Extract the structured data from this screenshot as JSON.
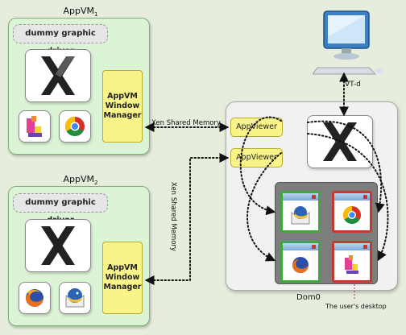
{
  "vm1": {
    "title": "AppVM",
    "subscript": "1",
    "driver": "dummy graphic driver",
    "manager": [
      "AppVM",
      "Window",
      "Manager"
    ]
  },
  "vm2": {
    "title": "AppVM",
    "subscript": "2",
    "driver": "dummy graphic driver",
    "manager": [
      "AppVM",
      "Window",
      "Manager"
    ]
  },
  "dom0": {
    "label": "Dom0",
    "viewer1": "AppViewer",
    "viewer2": "AppViewer"
  },
  "labels": {
    "shared_memory_1": "Xen Shared Memory",
    "shared_memory_2": "Xen Shared Memory",
    "vtd": "VT-d",
    "desktop": "The user's desktop"
  },
  "colors": {
    "vm_bg": "#dcf4d6",
    "manager_bg": "#f8f48a",
    "dom0_bg": "#f1f1f1",
    "green_frame": "#3fa83a",
    "red_frame": "#c23a2e"
  }
}
